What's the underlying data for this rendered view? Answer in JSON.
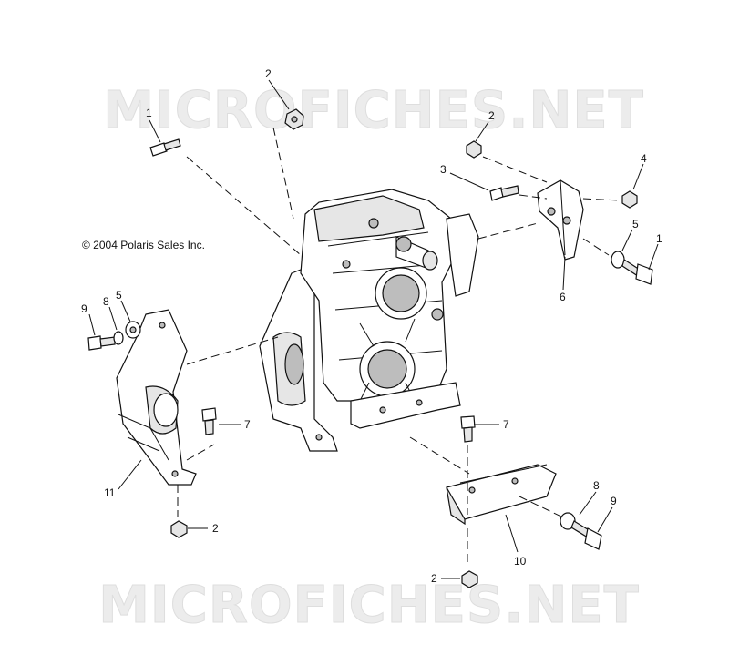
{
  "watermark": "MICROFICHES.NET",
  "copyright": "© 2004 Polaris Sales Inc.",
  "callouts": [
    "1",
    "2",
    "2",
    "3",
    "4",
    "5",
    "1",
    "6",
    "9",
    "8",
    "5",
    "7",
    "7",
    "11",
    "8",
    "9",
    "2",
    "10",
    "2"
  ]
}
